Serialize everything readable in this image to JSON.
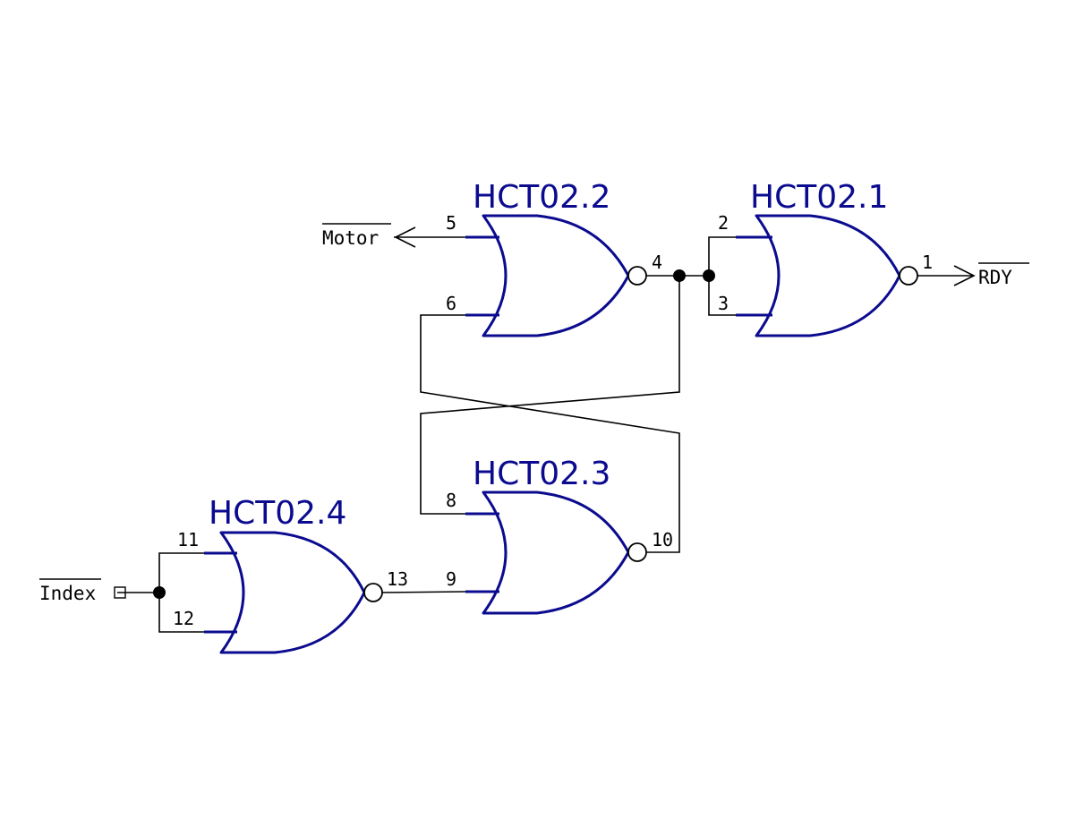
{
  "colors": {
    "gate": "#0b0b8f",
    "wire": "#000000",
    "background": "#ffffff"
  },
  "gates": {
    "g1": {
      "label": "HCT02.1",
      "pins": {
        "in_a": "2",
        "in_b": "3",
        "out": "1"
      }
    },
    "g2": {
      "label": "HCT02.2",
      "pins": {
        "in_a": "5",
        "in_b": "6",
        "out": "4"
      }
    },
    "g3": {
      "label": "HCT02.3",
      "pins": {
        "in_a": "8",
        "in_b": "9",
        "out": "10"
      }
    },
    "g4": {
      "label": "HCT02.4",
      "pins": {
        "in_a": "11",
        "in_b": "12",
        "out": "13"
      }
    }
  },
  "nets": {
    "motor": {
      "label": "Motor",
      "inverted": true
    },
    "rdy": {
      "label": "RDY",
      "inverted": true
    },
    "index": {
      "label": "Index",
      "inverted": true
    }
  }
}
